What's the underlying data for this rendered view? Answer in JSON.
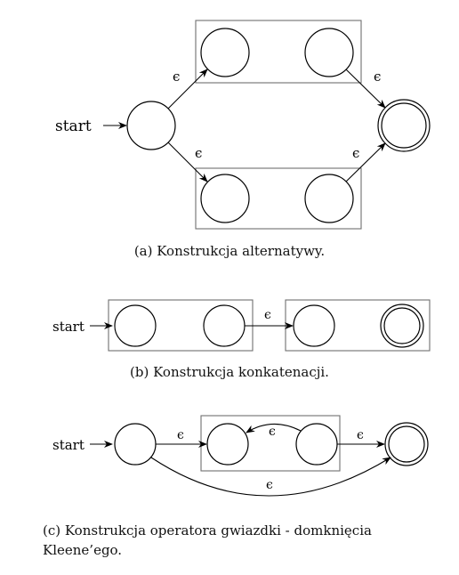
{
  "diagrams": {
    "a": {
      "start_label": "start",
      "epsilon": "ϵ",
      "caption": "(a) Konstrukcja alternatywy."
    },
    "b": {
      "start_label": "start",
      "epsilon": "ϵ",
      "caption": "(b) Konstrukcja konkatenacji."
    },
    "c": {
      "start_label": "start",
      "epsilon": "ϵ",
      "caption": "(c) Konstrukcja operatora gwiazdki - domknięcia Kleene’ego."
    }
  }
}
